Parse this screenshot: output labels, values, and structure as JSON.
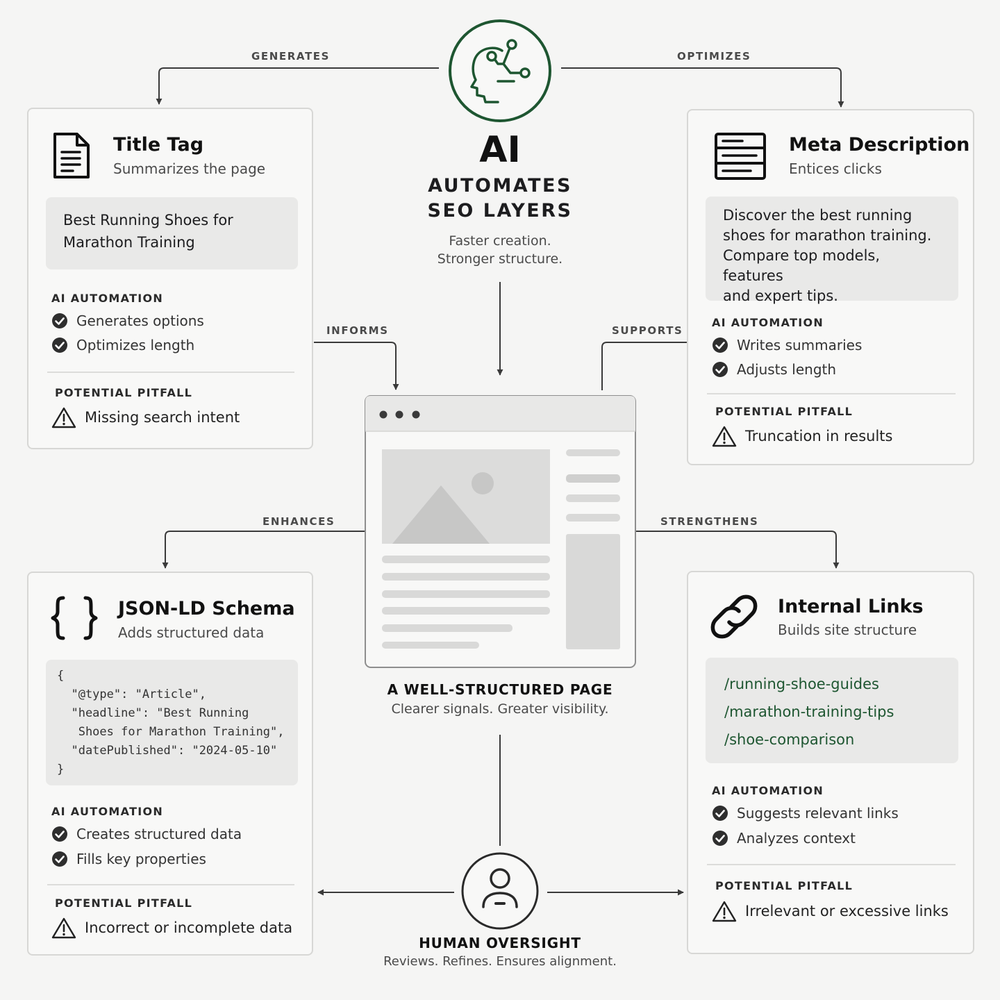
{
  "hub": {
    "title": "AI",
    "subtitle_line1": "AUTOMATES",
    "subtitle_line2": "SEO LAYERS",
    "tagline_line1": "Faster creation.",
    "tagline_line2": "Stronger structure.",
    "icon": "ai-brain-circuit-icon",
    "accent_color": "#1e5631"
  },
  "edges": {
    "generates": "GENERATES",
    "optimizes": "OPTIMIZES",
    "informs": "INFORMS",
    "supports": "SUPPORTS",
    "enhances": "ENHANCES",
    "strengthens": "STRENGTHENS"
  },
  "cards": {
    "title_tag": {
      "title": "Title Tag",
      "subtitle": "Summarizes the page",
      "icon": "document-icon",
      "example_lines": [
        "Best Running Shoes for",
        "Marathon Training"
      ],
      "automation_label": "AI AUTOMATION",
      "automation_items": [
        "Generates options",
        "Optimizes length"
      ],
      "pitfall_label": "POTENTIAL PITFALL",
      "pitfall_text": "Missing search intent"
    },
    "meta_description": {
      "title": "Meta Description",
      "subtitle": "Entices clicks",
      "icon": "text-lines-icon",
      "example_lines": [
        "Discover the best running",
        "shoes for marathon training.",
        "Compare top models, features",
        "and expert tips."
      ],
      "automation_label": "AI AUTOMATION",
      "automation_items": [
        "Writes summaries",
        "Adjusts length"
      ],
      "pitfall_label": "POTENTIAL PITFALL",
      "pitfall_text": "Truncation in results"
    },
    "json_ld": {
      "title": "JSON-LD Schema",
      "subtitle": "Adds structured data",
      "icon": "curly-braces-icon",
      "code_lines": [
        "{",
        "  \"@type\": \"Article\",",
        "  \"headline\": \"Best Running",
        "   Shoes for Marathon Training\",",
        "  \"datePublished\": \"2024-05-10\"",
        "}"
      ],
      "automation_label": "AI AUTOMATION",
      "automation_items": [
        "Creates structured data",
        "Fills key properties"
      ],
      "pitfall_label": "POTENTIAL PITFALL",
      "pitfall_text": "Incorrect or incomplete data"
    },
    "internal_links": {
      "title": "Internal Links",
      "subtitle": "Builds site structure",
      "icon": "chain-link-icon",
      "link_lines": [
        "/running-shoe-guides",
        "/marathon-training-tips",
        "/shoe-comparison"
      ],
      "automation_label": "AI AUTOMATION",
      "automation_items": [
        "Suggests relevant links",
        "Analyzes context"
      ],
      "pitfall_label": "POTENTIAL PITFALL",
      "pitfall_text": "Irrelevant or excessive links"
    }
  },
  "page": {
    "title": "A WELL-STRUCTURED PAGE",
    "caption": "Clearer signals. Greater visibility.",
    "icon": "browser-window-icon"
  },
  "oversight": {
    "title": "HUMAN OVERSIGHT",
    "caption": "Reviews. Refines. Ensures alignment.",
    "icon": "person-icon"
  }
}
